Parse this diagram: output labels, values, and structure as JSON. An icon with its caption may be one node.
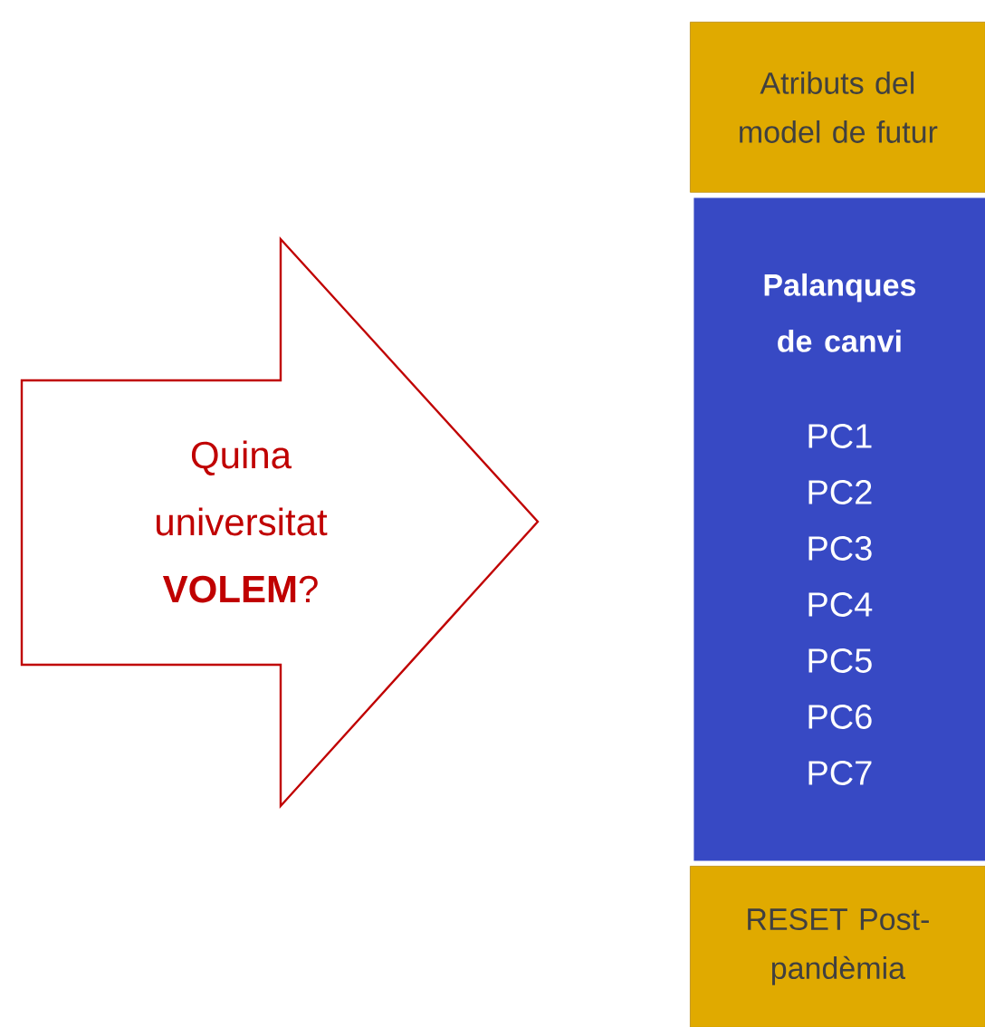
{
  "diagram": {
    "nodes": [
      {
        "text": [
          "Quina universitat **VOLEM**?"
        ]
      },
      {
        "text": [
          "Atributs del model de futur"
        ]
      },
      {
        "text": [
          "Palanques de canvi",
          "PC1",
          "PC2",
          "PC3",
          "PC4",
          "PC5",
          "PC6",
          "PC7"
        ]
      },
      {
        "text": [
          "RESET Post-pandèmia"
        ]
      }
    ]
  }
}
